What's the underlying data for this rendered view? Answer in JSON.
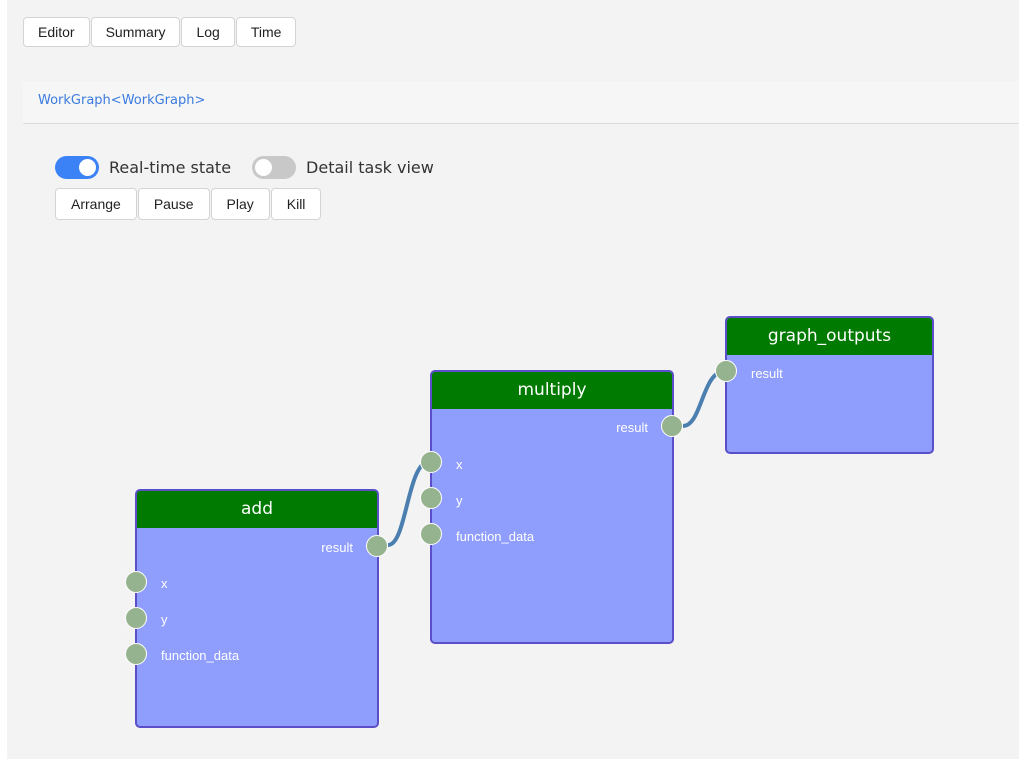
{
  "tabs": [
    "Editor",
    "Summary",
    "Log",
    "Time"
  ],
  "breadcrumb": "WorkGraph<WorkGraph>",
  "toggles": {
    "realtime": {
      "label": "Real-time state",
      "on": true
    },
    "detail": {
      "label": "Detail task view",
      "on": false
    }
  },
  "actions": [
    "Arrange",
    "Pause",
    "Play",
    "Kill"
  ],
  "nodes": {
    "add": {
      "title": "add",
      "output": "result",
      "inputs": [
        "x",
        "y",
        "function_data"
      ]
    },
    "multiply": {
      "title": "multiply",
      "output": "result",
      "inputs": [
        "x",
        "y",
        "function_data"
      ]
    },
    "graph_outputs": {
      "title": "graph_outputs",
      "input": "result"
    }
  },
  "colors": {
    "header": "#007a00",
    "node_body": "#8f9dfd",
    "node_border": "#5a4fc8",
    "socket": "#96b38f",
    "link": "#4a7fb0",
    "toggle_on": "#3b82f6",
    "toggle_off": "#c8c8c8"
  }
}
